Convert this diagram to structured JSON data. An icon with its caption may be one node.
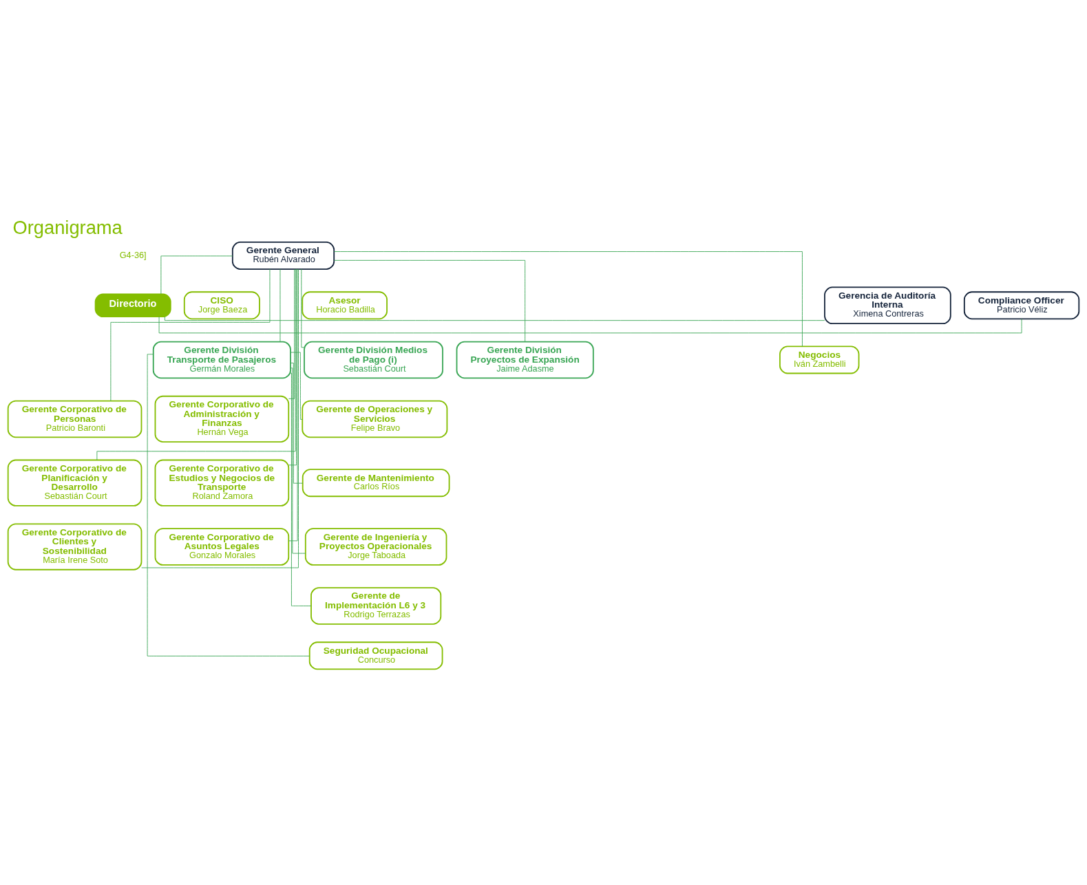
{
  "diagram": {
    "title": "Organigrama",
    "nodes": [
      {
        "text": [
          "Directorio"
        ]
      },
      {
        "text": [
          "Gerencia de Auditoría Interna",
          "Ximena Contreras"
        ]
      },
      {
        "text": [
          "Compliance Officer",
          "Patricio Véliz"
        ]
      },
      {
        "text": [
          "Gerente General",
          "Rubén Alvarado"
        ]
      },
      {
        "text": [
          "CISO",
          "Jorge Baeza"
        ]
      },
      {
        "text": [
          "Asesor",
          "Horacio Badilla"
        ]
      },
      {
        "text": [
          "Gerente División Transporte de Pasajeros",
          "Germán Morales"
        ]
      },
      {
        "text": [
          "Gerente División Proyectos de Expansión",
          "Jaime Adasme"
        ]
      },
      {
        "text": [
          "Gerente División Medios de Pago (i)",
          "Sebastián Court"
        ]
      },
      {
        "text": [
          "Gerente Corporativo de Personas",
          "Patricio Baronti"
        ]
      },
      {
        "text": [
          "Gerente Corporativo de Administración y Finanzas",
          "Hernán Vega"
        ]
      },
      {
        "text": [
          "Gerente Corporativo de Planificación y Desarrollo",
          "Sebastián Court"
        ]
      },
      {
        "text": [
          "Gerente Corporativo de Estudios y Negocios de Transporte",
          "Roland Zamora"
        ]
      },
      {
        "text": [
          "Gerente Corporativo de Clientes y Sostenibilidad",
          "María Irene Soto"
        ]
      },
      {
        "text": [
          "Gerente Corporativo de Asuntos Legales",
          "Gonzalo Morales"
        ]
      },
      {
        "text": [
          "Gerente de Operaciones y Servicios",
          "Felipe Bravo"
        ]
      },
      {
        "text": [
          "Gerente de Mantenimiento",
          "Carlos Ríos"
        ]
      },
      {
        "text": [
          "Gerente de Ingeniería y Proyectos Operacionales",
          "Jorge Taboada"
        ]
      },
      {
        "text": [
          "Gerente de Implementación L6 y 3",
          "Rodrigo Terrazas"
        ]
      },
      {
        "text": [
          "Seguridad Ocupacional",
          "Concurso"
        ]
      },
      {
        "text": [
          "Negocios",
          "Iván Zambelli"
        ]
      }
    ],
    "edges": [
      {
        "from": 0,
        "to": 3,
        "arrow": "none"
      },
      {
        "from": 0,
        "to": 1,
        "arrow": "none"
      },
      {
        "from": 0,
        "to": 2,
        "arrow": "none"
      },
      {
        "from": 3,
        "to": 6,
        "arrow": "none"
      },
      {
        "from": 3,
        "to": 7,
        "arrow": "none"
      },
      {
        "from": 3,
        "to": 8,
        "arrow": "none"
      },
      {
        "from": 3,
        "to": 20,
        "arrow": "none"
      },
      {
        "from": 3,
        "to": 9,
        "arrow": "none"
      },
      {
        "from": 3,
        "to": 10,
        "arrow": "none"
      },
      {
        "from": 3,
        "to": 11,
        "arrow": "none"
      },
      {
        "from": 3,
        "to": 12,
        "arrow": "none"
      },
      {
        "from": 3,
        "to": 13,
        "arrow": "none"
      },
      {
        "from": 3,
        "to": 14,
        "arrow": "none"
      },
      {
        "from": 6,
        "to": 15,
        "arrow": "none"
      },
      {
        "from": 6,
        "to": 16,
        "arrow": "none"
      },
      {
        "from": 6,
        "to": 17,
        "arrow": "none"
      },
      {
        "from": 6,
        "to": 18,
        "arrow": "none"
      },
      {
        "from": 6,
        "to": 19,
        "arrow": "none"
      }
    ],
    "labels": [
      "G4-36]"
    ]
  }
}
